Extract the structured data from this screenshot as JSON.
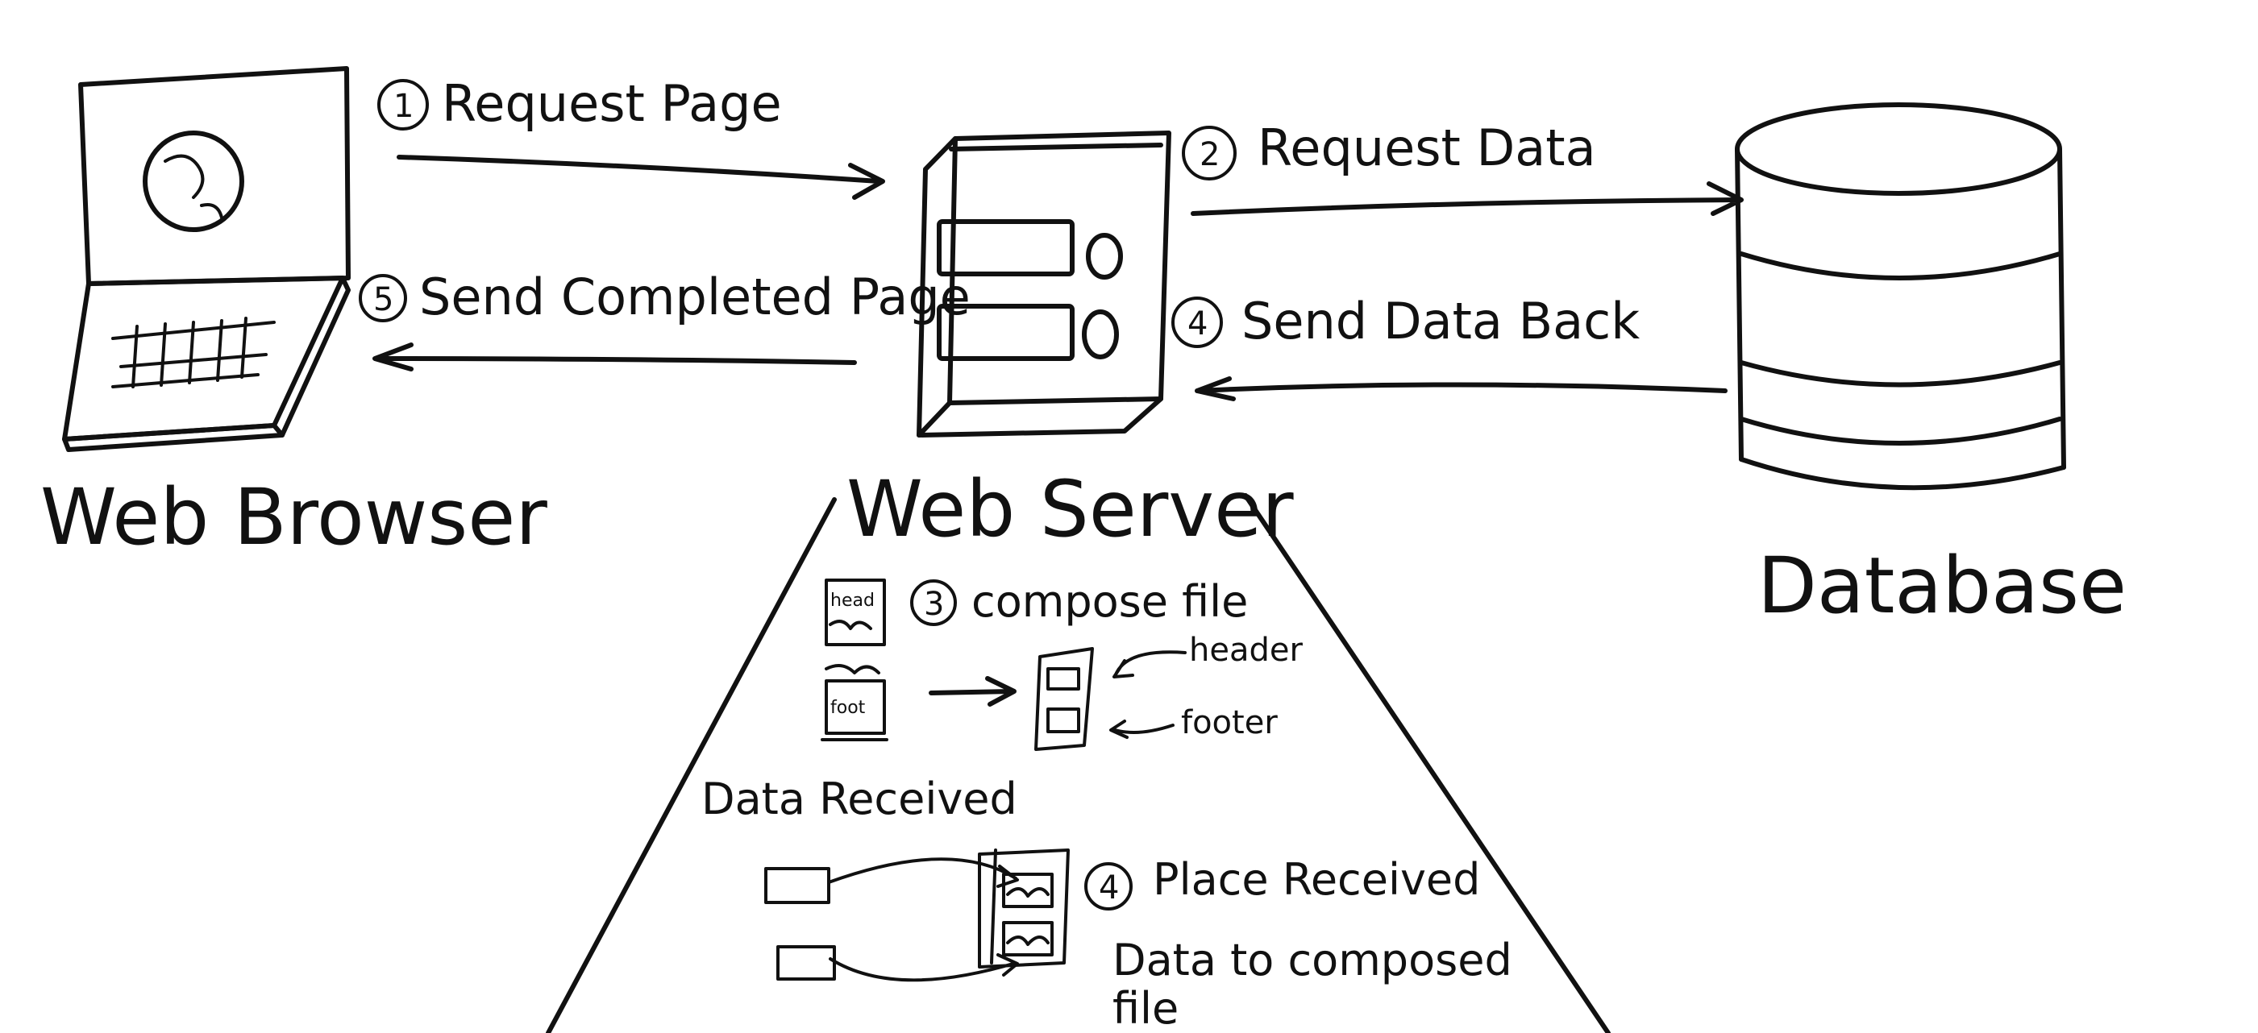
{
  "nodes": {
    "browser": "Web Browser",
    "server": "Web Server",
    "database": "Database"
  },
  "steps": {
    "s1": {
      "num": "1",
      "label": "Request Page"
    },
    "s2": {
      "num": "2",
      "label": "Request Data"
    },
    "s4": {
      "num": "4",
      "label": "Send Data Back"
    },
    "s5": {
      "num": "5",
      "label": "Send Completed Page"
    }
  },
  "detail": {
    "s3": {
      "num": "3",
      "label": "compose file"
    },
    "head_icon": "head",
    "foot_icon": "foot",
    "header_note": "header",
    "footer_note": "footer",
    "data_received": "Data Received",
    "s4b": {
      "num": "4",
      "label": "Place Received"
    },
    "place_line2": "Data to composed",
    "place_line3": "file"
  }
}
